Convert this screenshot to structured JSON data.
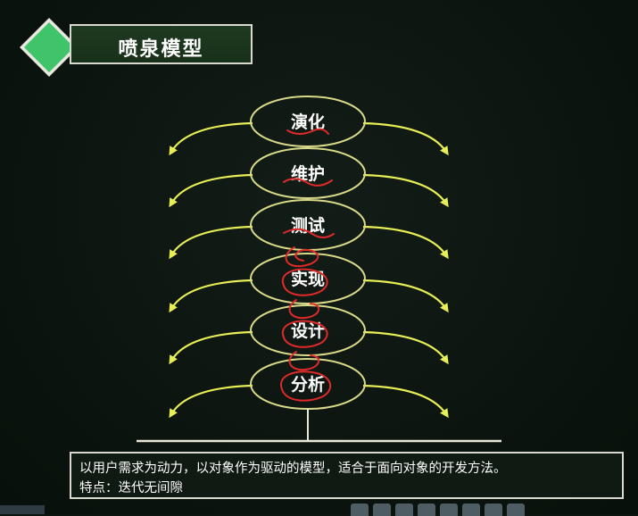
{
  "slide": {
    "title": "喷泉模型",
    "stages": [
      "演化",
      "维护",
      "测试",
      "实现",
      "设计",
      "分析"
    ],
    "description_line1": "以用户需求为动力，以对象作为驱动的模型，适合于面向对象的开发方法。",
    "description_line2_prefix": "特点：",
    "description_line2_highlight": "迭代无间隙"
  },
  "colors": {
    "background": "#0d1510",
    "ellipse_stroke": "#d9d98a",
    "arrow": "#e8ee55",
    "annotation_red": "#e02a2a",
    "diamond_fill": "#3fc46a",
    "title_border": "#d9d9d0"
  },
  "icons": {
    "title_mark": "diamond-icon",
    "toolbar": [
      "zoom-icon",
      "grid-icon",
      "play-icon",
      "pen-icon",
      "home-icon",
      "pointer-icon",
      "square-icon",
      "window-icon"
    ]
  }
}
